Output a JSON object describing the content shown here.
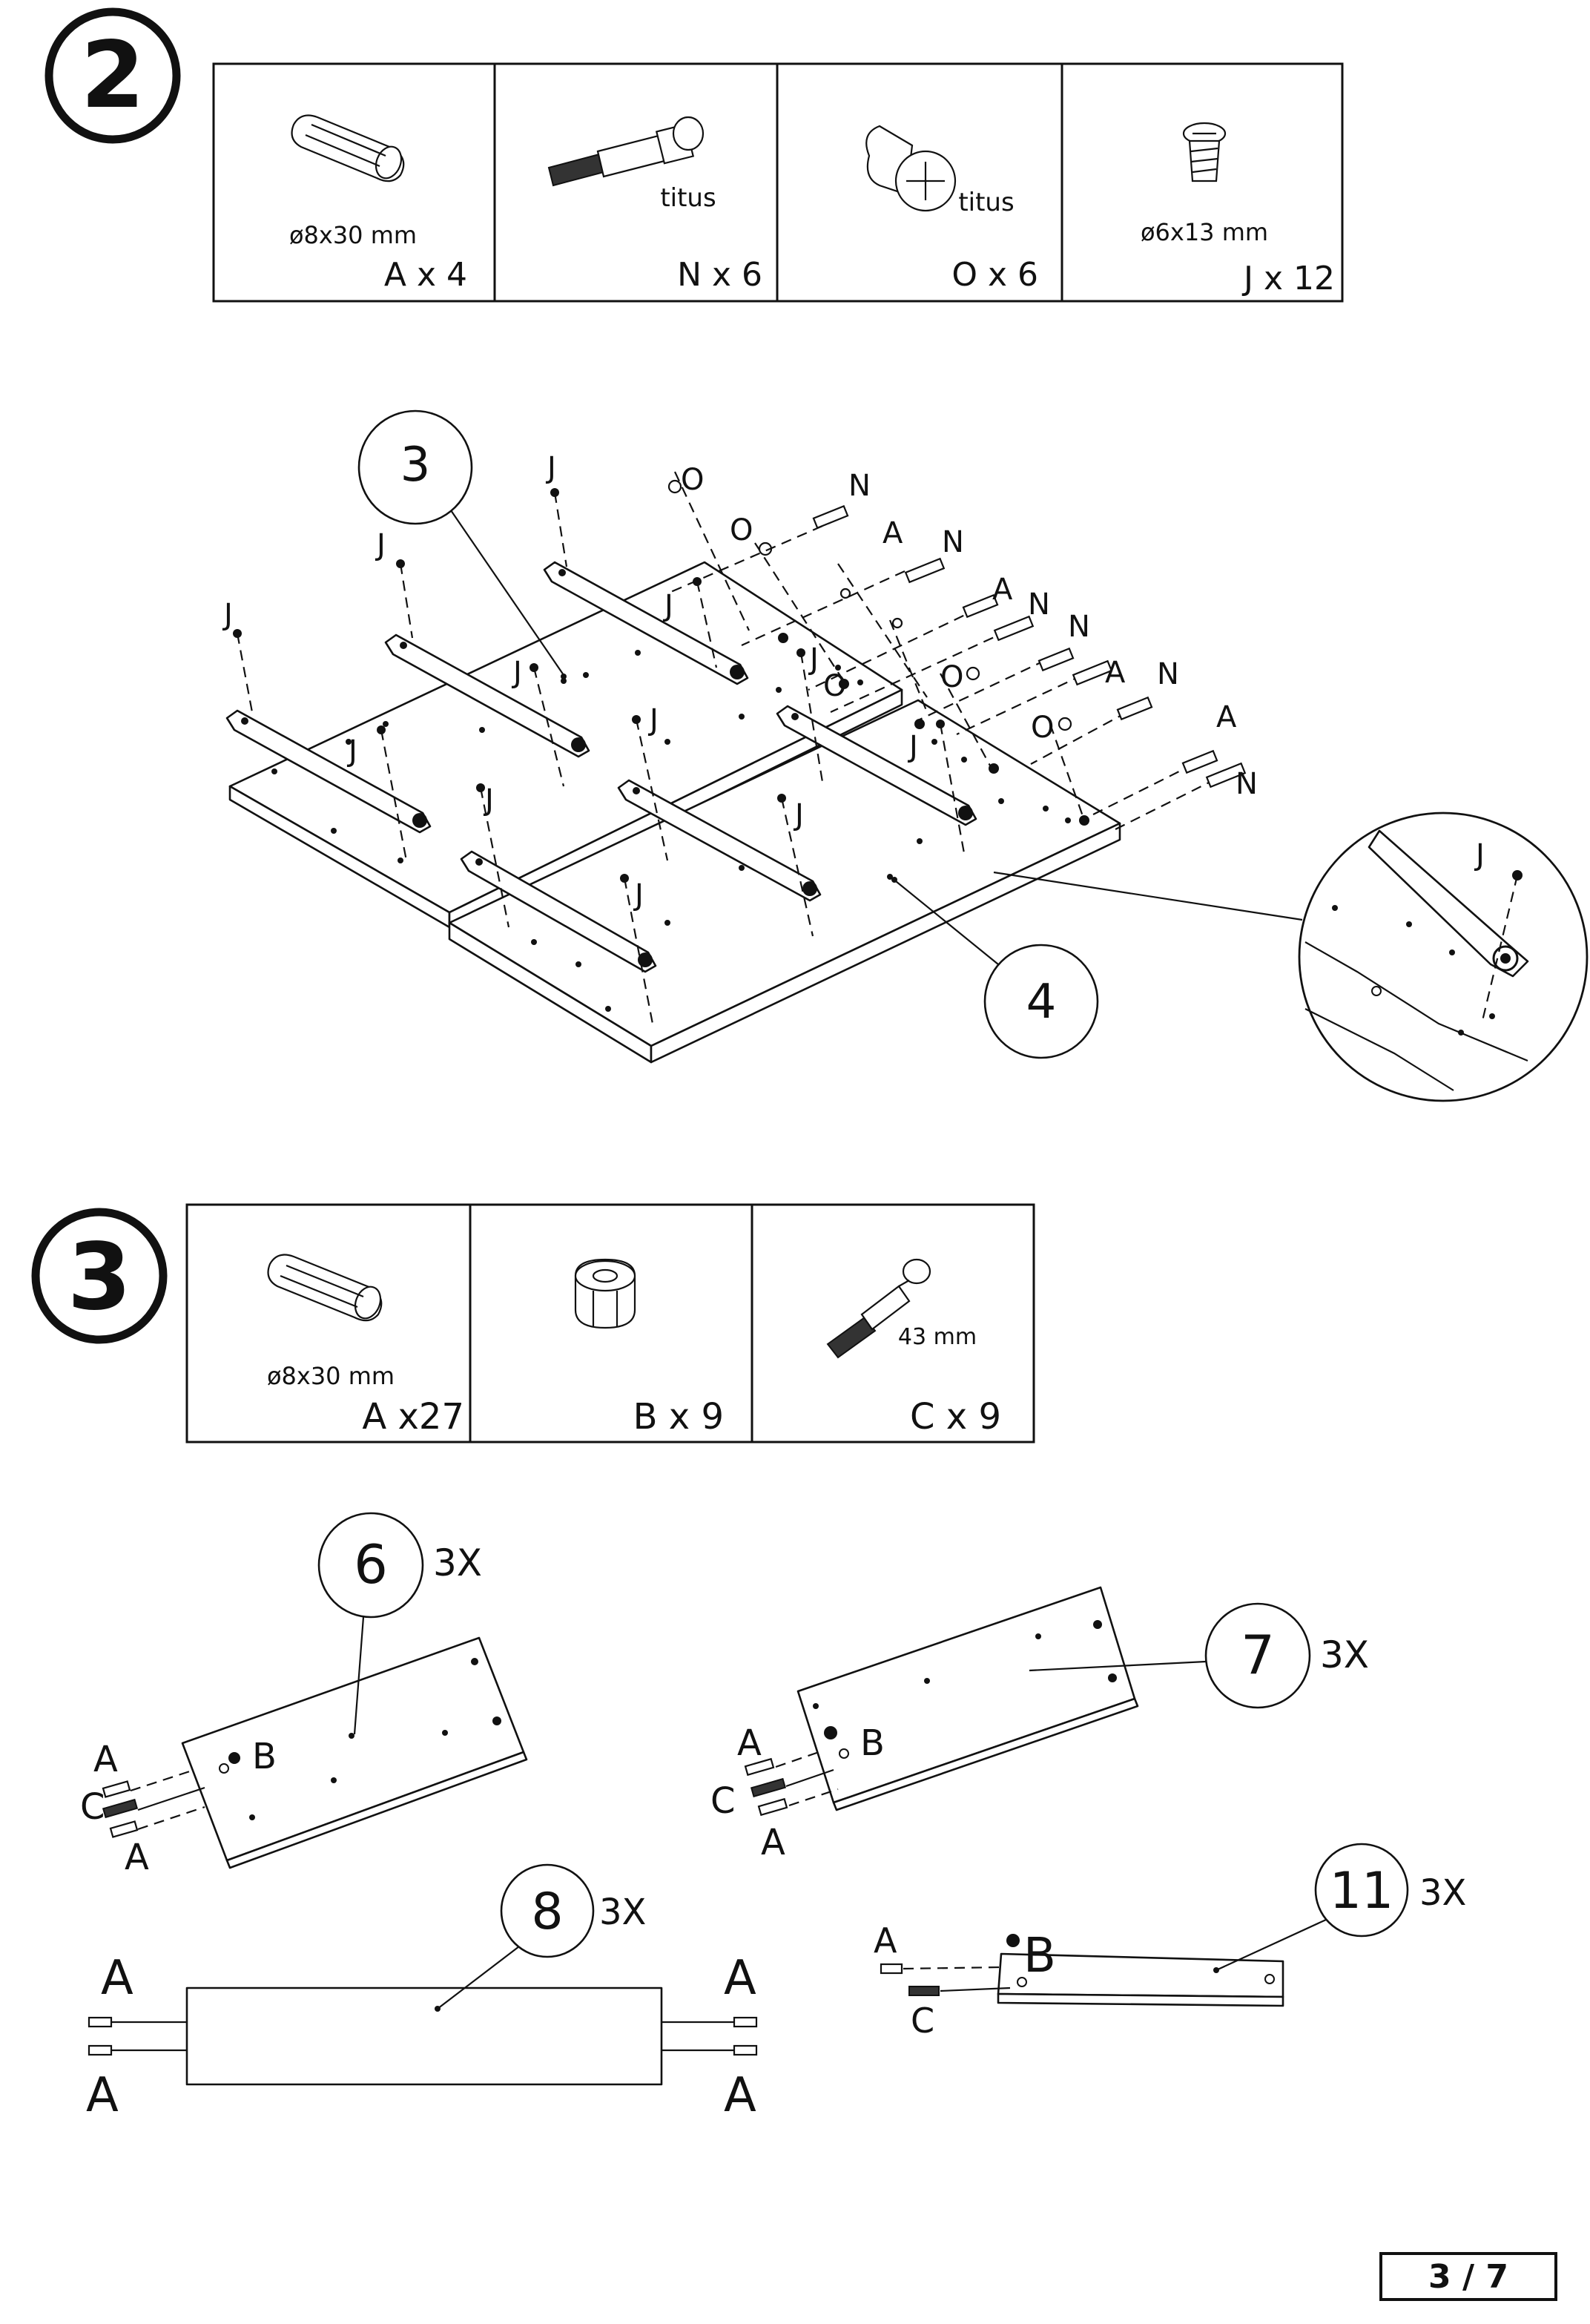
{
  "step2": {
    "number": "2",
    "parts": [
      {
        "size": "ø8x30 mm",
        "brand": "",
        "qty": "A x 4"
      },
      {
        "size": "",
        "brand": "titus",
        "qty": "N x 6"
      },
      {
        "size": "",
        "brand": "titus",
        "qty": "O x 6"
      },
      {
        "size": "ø6x13 mm",
        "brand": "",
        "qty": "J x 12"
      }
    ],
    "diagram": {
      "panel_labels": [
        "3",
        "4"
      ],
      "hardware_labels": {
        "screw": "J",
        "cam_lock": "O",
        "cam_bolt": "N",
        "dowel": "A"
      }
    }
  },
  "step3": {
    "number": "3",
    "parts": [
      {
        "size": "ø8x30 mm",
        "extra": "",
        "qty": "A x27"
      },
      {
        "size": "",
        "extra": "",
        "qty": "B x 9"
      },
      {
        "size": "",
        "extra": "43 mm",
        "qty": "C x 9"
      }
    ],
    "panels": [
      {
        "number": "6",
        "multiplier": "3X",
        "fittings": [
          "A",
          "C",
          "A",
          "B"
        ]
      },
      {
        "number": "7",
        "multiplier": "3X",
        "fittings": [
          "A",
          "C",
          "A",
          "B"
        ]
      },
      {
        "number": "8",
        "multiplier": "3X",
        "fittings": [
          "A",
          "A",
          "A",
          "A"
        ]
      },
      {
        "number": "11",
        "multiplier": "3X",
        "fittings": [
          "A",
          "C",
          "B"
        ]
      }
    ]
  },
  "page_number": "3 / 7"
}
